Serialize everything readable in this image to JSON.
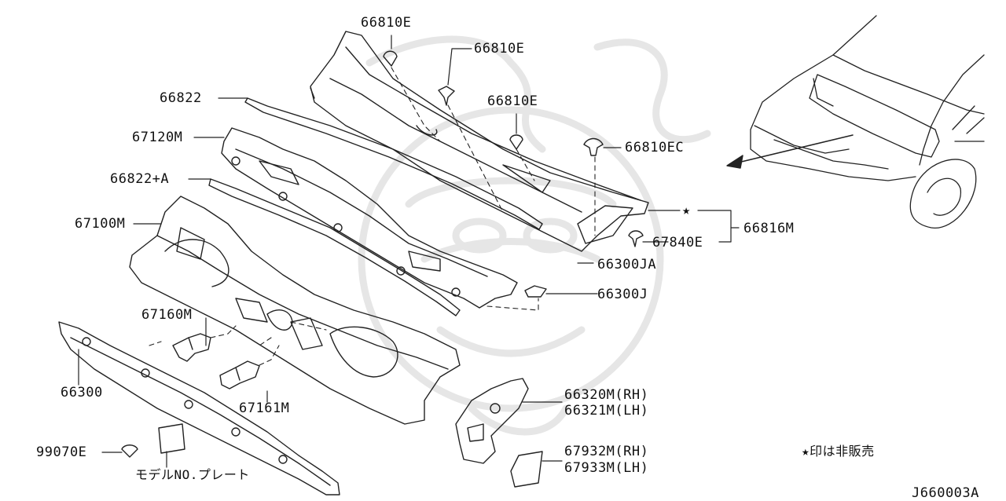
{
  "diagram_code": "J660003A",
  "legend": "★印は非販売",
  "parts": {
    "p66810E_a": "66810E",
    "p66810E_b": "66810E",
    "p66810E_c": "66810E",
    "p66810EC": "66810EC",
    "p66822": "66822",
    "p67120M": "67120M",
    "p66822A": "66822+A",
    "p67100M": "67100M",
    "p66816M": "66816M",
    "p67840E": "67840E",
    "p66300JA": "66300JA",
    "p66300J": "66300J",
    "p67160M": "67160M",
    "p66300": "66300",
    "p67161M": "67161M",
    "p66320M": "66320M(RH)",
    "p66321M": "66321M(LH)",
    "p99070E": "99070E",
    "p_plate": "モデルNO.プレート",
    "p67932M": "67932M(RH)",
    "p67933M": "67933M(LH)"
  },
  "star_symbol": "★"
}
